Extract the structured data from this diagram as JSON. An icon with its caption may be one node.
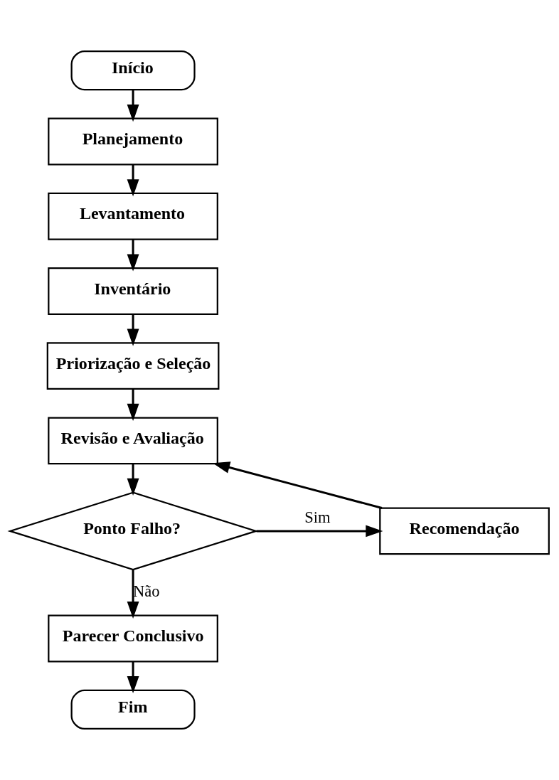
{
  "diagram": {
    "nodes": [
      {
        "text": [
          "Início"
        ]
      },
      {
        "text": [
          "Planejamento"
        ]
      },
      {
        "text": [
          "Levantamento"
        ]
      },
      {
        "text": [
          "Inventário"
        ]
      },
      {
        "text": [
          "Priorização e Seleção"
        ]
      },
      {
        "text": [
          "Revisão e Avaliação"
        ]
      },
      {
        "text": [
          "Ponto Falho?"
        ]
      },
      {
        "text": [
          "Recomendação"
        ]
      },
      {
        "text": [
          "Parecer Conclusivo"
        ]
      },
      {
        "text": [
          "Fim"
        ]
      }
    ],
    "edges": [
      {
        "from": 0,
        "to": 1,
        "arrow": "to"
      },
      {
        "from": 1,
        "to": 2,
        "arrow": "to"
      },
      {
        "from": 2,
        "to": 3,
        "arrow": "to"
      },
      {
        "from": 3,
        "to": 4,
        "arrow": "to"
      },
      {
        "from": 4,
        "to": 5,
        "arrow": "to"
      },
      {
        "from": 5,
        "to": 6,
        "arrow": "to"
      },
      {
        "from": 6,
        "to": 7,
        "label": "Sim",
        "arrow": "to"
      },
      {
        "from": 7,
        "to": 5,
        "arrow": "to"
      },
      {
        "from": 6,
        "to": 8,
        "label": "Não",
        "arrow": "to"
      },
      {
        "from": 8,
        "to": 9,
        "arrow": "to"
      }
    ]
  }
}
